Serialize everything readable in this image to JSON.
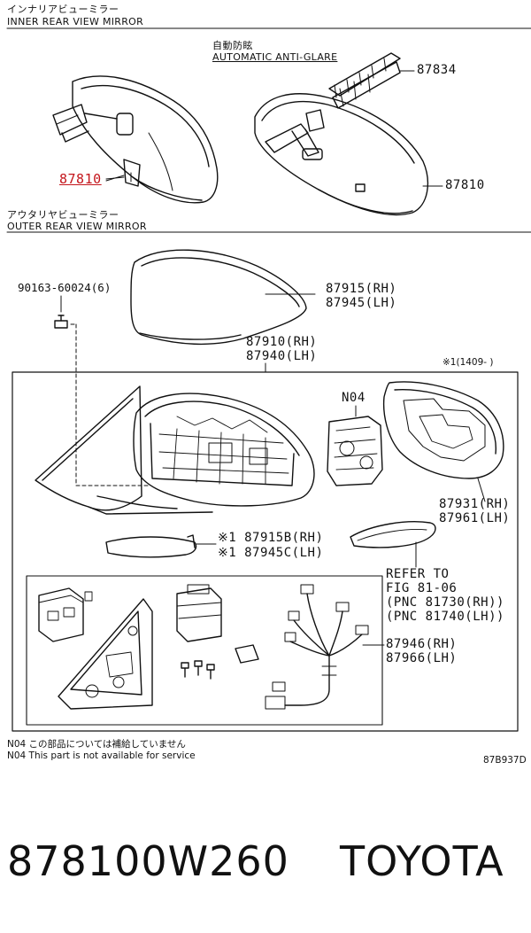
{
  "inner": {
    "title_jp": "インナリアビューミラー",
    "title_en": "INNER REAR VIEW MIRROR",
    "auto_jp": "自動防眩",
    "auto_en": "AUTOMATIC ANTI-GLARE",
    "part_highlight": "87810",
    "part_bracket": "87834",
    "part_mirror": "87810"
  },
  "outer": {
    "title_jp": "アウタリヤビューミラー",
    "title_en": "OUTER REAR VIEW MIRROR",
    "bolt": "90163-60024(6)",
    "cover_rh": "87915(RH)",
    "cover_lh": "87945(LH)",
    "assy_rh": "87910(RH)",
    "assy_lh": "87940(LH)",
    "date_note": "※1(1409-   )",
    "n04": "N04",
    "glass_rh": "87931(RH)",
    "glass_lh": "87961(LH)",
    "lamp_rh": "※1 87915B(RH)",
    "lamp_lh": "※1 87945C(LH)",
    "refer1": "REFER TO",
    "refer2": "FIG 81-06",
    "refer3": "(PNC 81730(RH))",
    "refer4": "(PNC 81740(LH))",
    "harness_rh": "87946(RH)",
    "harness_lh": "87966(LH)"
  },
  "notes": {
    "jp": "N04 この部品については補給していません",
    "en": "N04 This part is not available for service",
    "fig": "87B937D"
  },
  "footer": {
    "part_number": "878100W260",
    "brand": "TOYOTA"
  }
}
